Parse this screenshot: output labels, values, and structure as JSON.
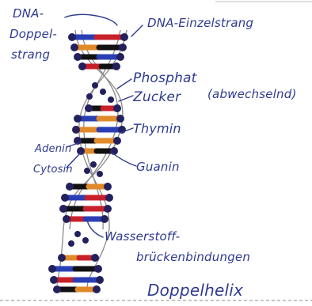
{
  "labels": {
    "dna_doppelstrang_1": "DNA-",
    "dna_doppelstrang_2": "Doppel-",
    "dna_doppelstrang_3": "strang",
    "dna_einzelstrang": "DNA-Einzelstrang",
    "phosphat": "Phosphat",
    "abwechselnd": "(abwechselnd)",
    "zucker": "Zucker",
    "thymin": "Thymin",
    "adenin": "Adenin",
    "cytosin": "Cytosin",
    "guanin": "Guanin",
    "wasserstoff_1": "Wasserstoff-",
    "wasserstoff_2": "brückenbindungen",
    "doppelhelix": "Doppelhelix"
  },
  "colors": {
    "ink": "#2e3a8f",
    "backbone_dark": "#23205e",
    "base_orange": "#e08a2a",
    "base_red": "#c8202a",
    "base_black": "#111111",
    "base_blue": "#2a3fb5",
    "pencil": "#7a7a7a"
  }
}
